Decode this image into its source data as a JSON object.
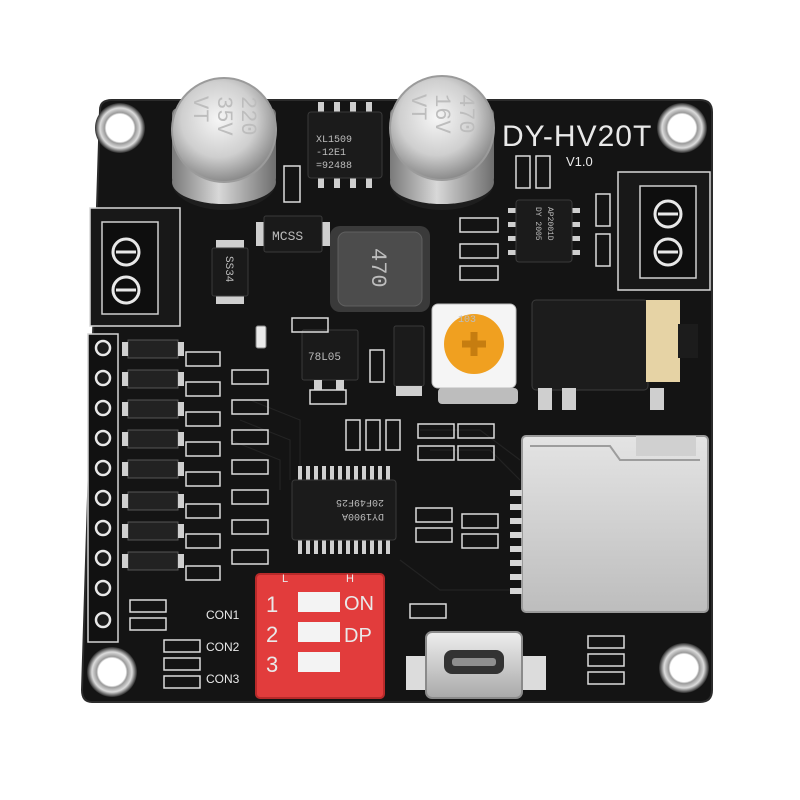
{
  "board": {
    "name": "DY-HV20T",
    "version": "V1.0",
    "colors": {
      "pcb": "#141414",
      "silkscreen": "#e9e9e9",
      "dip_switch": "#e23c3c",
      "trimpot": "#f0a020",
      "aluminum": "#c9c9c9"
    }
  },
  "capacitors": [
    {
      "value": "220",
      "voltage": "35V",
      "series": "VT"
    },
    {
      "value": "470",
      "voltage": "16V",
      "series": "VT"
    }
  ],
  "chips": {
    "regulator": {
      "line1": "XL1509",
      "line2": "-12E1",
      "line3": "=92488"
    },
    "amplifier": {
      "line1": "AP2001D",
      "line2": "DY 2005"
    },
    "decoder": {
      "line1": "DY1900A",
      "line2": "20F49F25"
    },
    "diode": {
      "label": "MCSS"
    },
    "diode2": {
      "label": "SS34"
    },
    "ldo": {
      "label": "78L05"
    }
  },
  "inductor": {
    "label": "470"
  },
  "trimpot": {
    "label": "103"
  },
  "dip_switch": {
    "labels": [
      "ON",
      "DP"
    ],
    "numbers": [
      "1",
      "2",
      "3"
    ],
    "h_label": "H",
    "l_label": "L"
  },
  "connectors": {
    "con1": "CON1",
    "con2": "CON2",
    "con3": "CON3"
  }
}
